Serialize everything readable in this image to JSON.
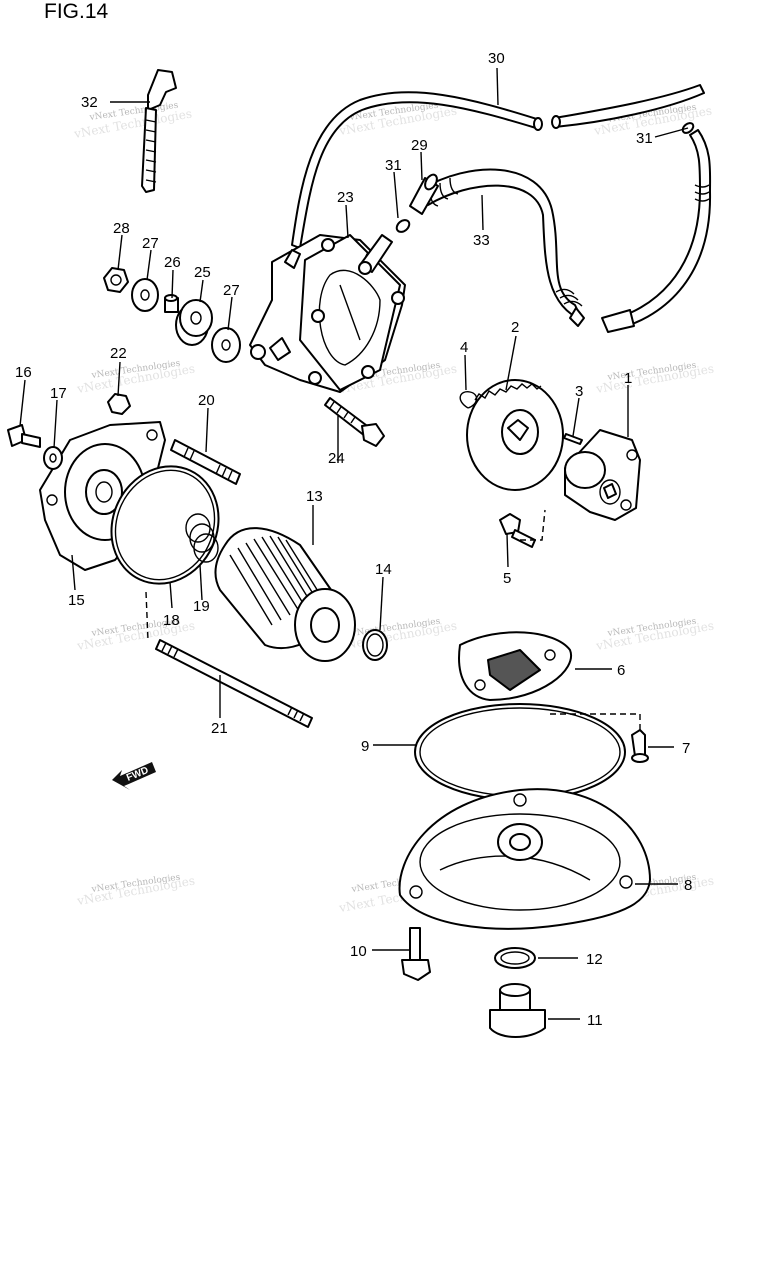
{
  "figure": {
    "title": "FIG.14",
    "fwd_label": "FWD",
    "watermark_text": "vNext Technologies",
    "watermark_faint": "vNext Technologies"
  },
  "labels": {
    "n1": "1",
    "n2": "2",
    "n3": "3",
    "n4": "4",
    "n5": "5",
    "n6": "6",
    "n7": "7",
    "n8": "8",
    "n9": "9",
    "n10": "10",
    "n11": "11",
    "n12": "12",
    "n13": "13",
    "n14": "14",
    "n15": "15",
    "n16": "16",
    "n17": "17",
    "n18": "18",
    "n19": "19",
    "n20": "20",
    "n21": "21",
    "n22": "22",
    "n23": "23",
    "n24": "24",
    "n25": "25",
    "n26": "26",
    "n27a": "27",
    "n27b": "27",
    "n28": "28",
    "n29": "29",
    "n30": "30",
    "n31a": "31",
    "n31b": "31",
    "n32": "32",
    "n33": "33"
  }
}
